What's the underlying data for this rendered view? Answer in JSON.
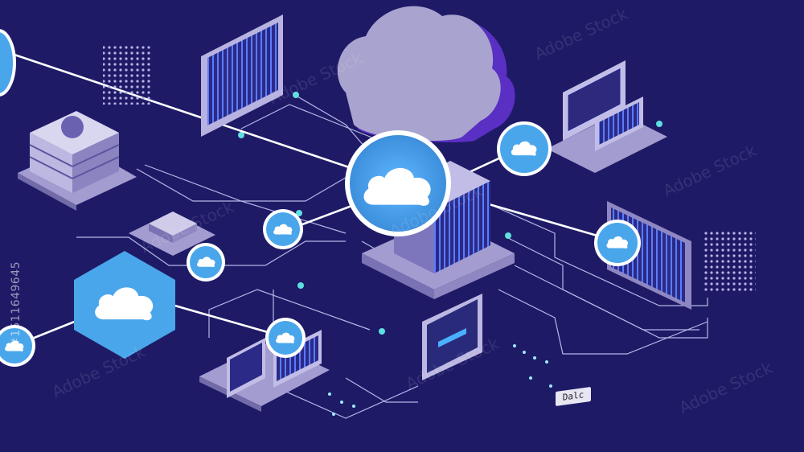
{
  "watermark": {
    "brand": "Adobe Stock",
    "stock_id": "#1511649645"
  },
  "device_label": "Dalc",
  "colors": {
    "background": "#1e1a66",
    "cloud_badge": "#4aa6ea",
    "device_body": "#a59fce",
    "screen_glow": "#3b7bff",
    "connector": "#ffffff"
  }
}
